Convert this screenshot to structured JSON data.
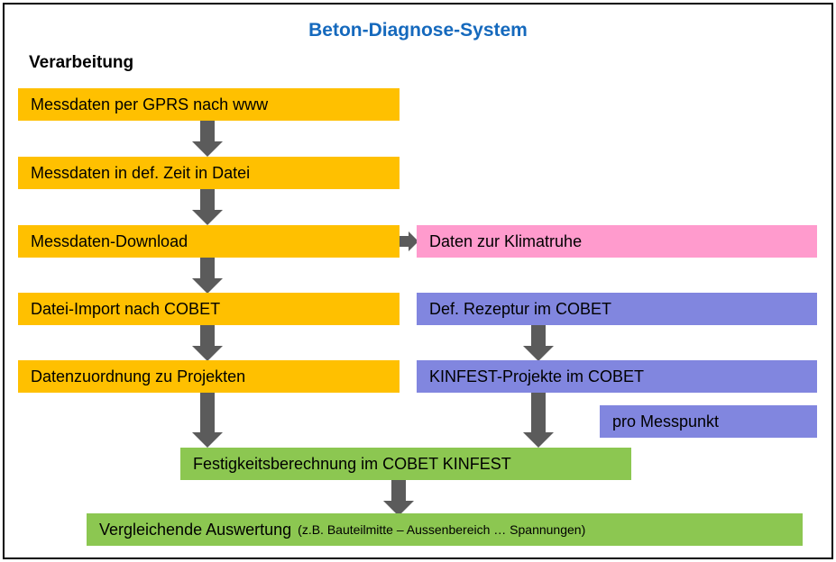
{
  "diagram": {
    "title": "Beton-Diagnose-System",
    "section_label": "Verarbeitung",
    "colors": {
      "title_blue": "#1569BD",
      "yellow": "#FFC000",
      "pink": "#FF9BCD",
      "purple": "#8186DF",
      "green": "#8CC751",
      "arrow_gray": "#5B5B5B",
      "border_black": "#000000"
    },
    "nodes": [
      {
        "id": "n1",
        "label": "Messdaten per GPRS nach www",
        "color": "yellow",
        "column": "left"
      },
      {
        "id": "n2",
        "label": "Messdaten in def. Zeit in Datei",
        "color": "yellow",
        "column": "left"
      },
      {
        "id": "n3",
        "label": "Messdaten-Download",
        "color": "yellow",
        "column": "left"
      },
      {
        "id": "n4",
        "label": "Daten zur Klimatruhe",
        "color": "pink",
        "column": "right"
      },
      {
        "id": "n5",
        "label": "Datei-Import nach COBET",
        "color": "yellow",
        "column": "left"
      },
      {
        "id": "n6",
        "label": "Def. Rezeptur im COBET",
        "color": "purple",
        "column": "right"
      },
      {
        "id": "n7",
        "label": "Datenzuordnung zu Projekten",
        "color": "yellow",
        "column": "left"
      },
      {
        "id": "n8",
        "label": "KINFEST-Projekte im COBET",
        "color": "purple",
        "column": "right"
      },
      {
        "id": "n9",
        "label": "pro Messpunkt",
        "color": "purple",
        "column": "right"
      },
      {
        "id": "n10",
        "label": "Festigkeitsberechnung im COBET KINFEST",
        "color": "green",
        "column": "center"
      },
      {
        "id": "n11",
        "label": "Vergleichende Auswertung",
        "sublabel": "(z.B. Bauteilmitte – Aussenbereich … Spannungen)",
        "color": "green",
        "column": "center"
      }
    ],
    "arrows": [
      {
        "id": "a1",
        "from": "n1",
        "to": "n2",
        "direction": "down"
      },
      {
        "id": "a2",
        "from": "n2",
        "to": "n3",
        "direction": "down"
      },
      {
        "id": "a3",
        "from": "n3",
        "to": "n4",
        "direction": "right"
      },
      {
        "id": "a4",
        "from": "n3",
        "to": "n5",
        "direction": "down"
      },
      {
        "id": "a5",
        "from": "n5",
        "to": "n7",
        "direction": "down"
      },
      {
        "id": "a6",
        "from": "n6",
        "to": "n8",
        "direction": "down"
      },
      {
        "id": "a7",
        "from": "n7",
        "to": "n10",
        "direction": "down"
      },
      {
        "id": "a8",
        "from": "n8",
        "to": "n10",
        "direction": "down"
      },
      {
        "id": "a9",
        "from": "n10",
        "to": "n11",
        "direction": "down"
      }
    ]
  }
}
